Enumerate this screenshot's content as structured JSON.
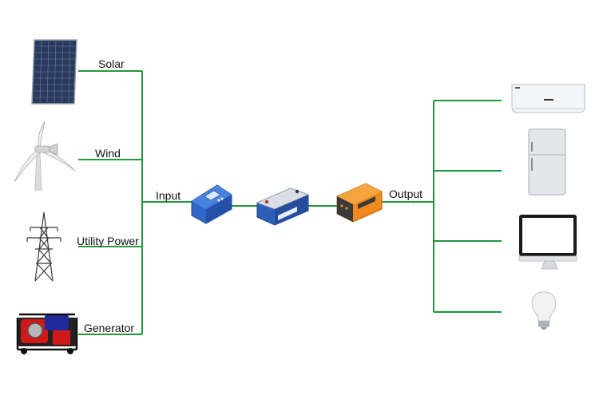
{
  "sources": [
    {
      "label": "Solar",
      "icon": "solar-panel-icon"
    },
    {
      "label": "Wind",
      "icon": "wind-turbine-icon"
    },
    {
      "label": "Utility Power",
      "icon": "power-pylon-icon"
    },
    {
      "label": "Generator",
      "icon": "generator-icon"
    }
  ],
  "input_label": "Input",
  "output_label": "Output",
  "devices": [
    {
      "icon": "charge-controller-icon"
    },
    {
      "icon": "battery-icon"
    },
    {
      "icon": "inverter-icon"
    }
  ],
  "loads": [
    {
      "icon": "air-conditioner-icon"
    },
    {
      "icon": "refrigerator-icon"
    },
    {
      "icon": "computer-monitor-icon"
    },
    {
      "icon": "light-bulb-icon"
    }
  ],
  "colors": {
    "line": "#1f9a3c",
    "controller": "#2f66c8",
    "battery": "#2d5fb8",
    "inverter": "#f08a1c",
    "panel": "#2a3a5c"
  }
}
